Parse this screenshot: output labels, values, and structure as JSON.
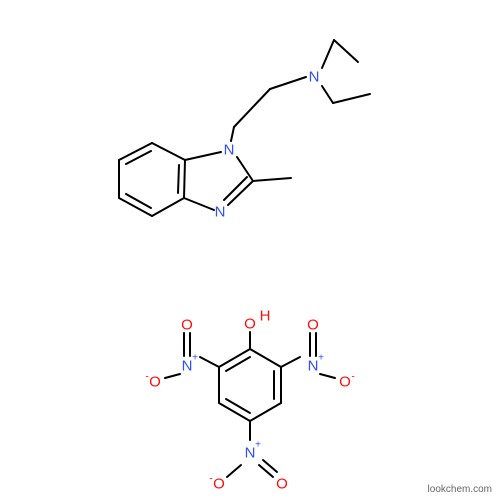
{
  "colors": {
    "nitrogen": "#3050f8",
    "oxygen": "#ff0d0d",
    "bond": "#000000",
    "watermark": "#666666"
  },
  "molecule_a": {
    "atoms": {
      "amine_n": "N",
      "ring_n1": "N",
      "ring_n3": "N"
    }
  },
  "molecule_b": {
    "atoms": {
      "hydroxyl": "O",
      "hydroxyl_h": "H",
      "nitro_left_n": "N",
      "nitro_left_n_charge": "+",
      "nitro_left_o_top": "O",
      "nitro_left_o_minus": "O",
      "nitro_left_o_charge": "-",
      "nitro_right_n": "N",
      "nitro_right_n_charge": "+",
      "nitro_right_o_top": "O",
      "nitro_right_o_minus": "O",
      "nitro_right_o_charge": "-",
      "nitro_bottom_n": "N",
      "nitro_bottom_n_charge": "+",
      "nitro_bottom_o_minus": "O",
      "nitro_bottom_o_charge": "-",
      "nitro_bottom_o_right": "O"
    }
  },
  "watermark": "lookchem.com"
}
